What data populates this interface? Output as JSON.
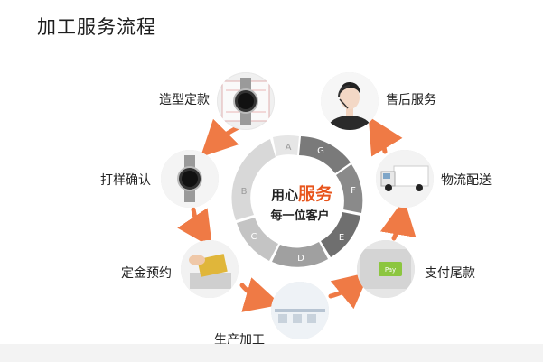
{
  "page": {
    "title": "加工服务流程"
  },
  "center": {
    "line1_prefix": "用心",
    "line1_emphasis": "服务",
    "line2": "每一位客户",
    "ring_letters": [
      "A",
      "G",
      "F",
      "E",
      "D",
      "C",
      "B"
    ]
  },
  "steps": [
    {
      "label": "造型定款",
      "icon": "watch-blueprint-icon"
    },
    {
      "label": "售后服务",
      "icon": "headset-operator-icon"
    },
    {
      "label": "物流配送",
      "icon": "delivery-truck-icon"
    },
    {
      "label": "支付尾款",
      "icon": "pay-key-icon"
    },
    {
      "label": "生产加工",
      "icon": "factory-line-icon"
    },
    {
      "label": "定金预约",
      "icon": "card-payment-icon"
    },
    {
      "label": "打样确认",
      "icon": "sample-watch-icon"
    }
  ],
  "colors": {
    "accent": "#e8551c",
    "arrow": "#ef7a45",
    "ring_dark": "#6e6e6e",
    "ring_light": "#d8d8d8"
  }
}
